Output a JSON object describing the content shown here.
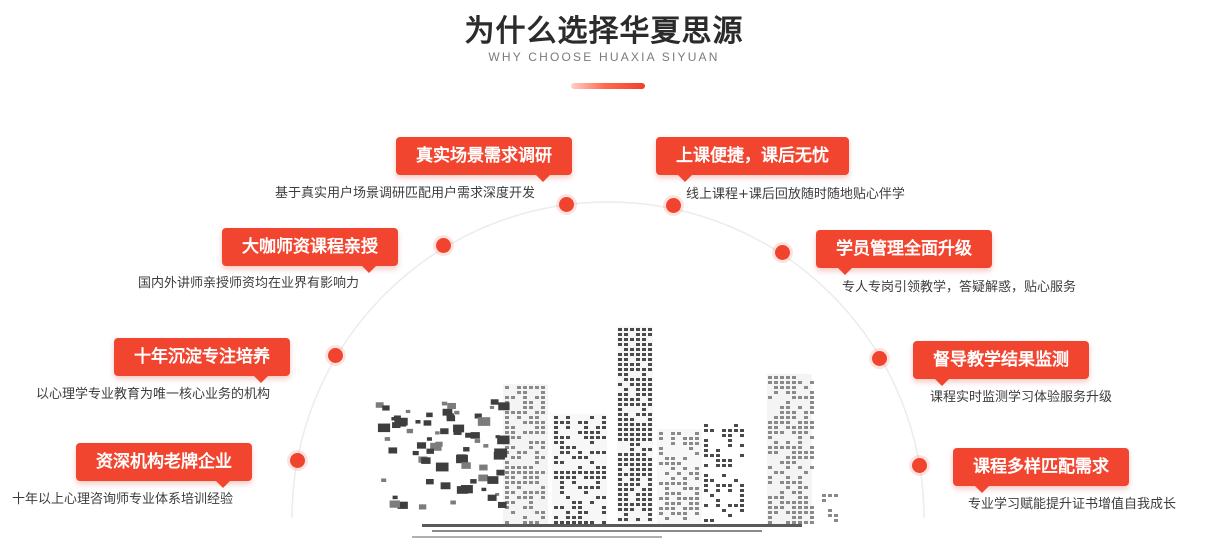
{
  "header": {
    "title": "为什么选择华夏思源",
    "subtitle": "WHY CHOOSE HUAXIA SIYUAN"
  },
  "left_items": [
    {
      "tag": "真实场景需求调研",
      "desc": "基于真实用户场景调研匹配用户需求深度开发"
    },
    {
      "tag": "大咖师资课程亲授",
      "desc": "国内外讲师亲授师资均在业界有影响力"
    },
    {
      "tag": "十年沉淀专注培养",
      "desc": "以心理学专业教育为唯一核心业务的机构"
    },
    {
      "tag": "资深机构老牌企业",
      "desc": "十年以上心理咨询师专业体系培训经验"
    }
  ],
  "right_items": [
    {
      "tag": "上课便捷，课后无忧",
      "desc": "线上课程+课后回放随时随地贴心伴学"
    },
    {
      "tag": "学员管理全面升级",
      "desc": "专人专岗引领教学，答疑解惑，贴心服务"
    },
    {
      "tag": "督导教学结果监测",
      "desc": "课程实时监测学习体验服务升级"
    },
    {
      "tag": "课程多样匹配需求",
      "desc": "专业学习赋能提升证书增值自我成长"
    }
  ],
  "colors": {
    "accent": "#f2452f",
    "title": "#2b2b2b",
    "city": "#555555"
  },
  "icons": [
    "city-skyline-icon",
    "timeline-dot-icon"
  ]
}
